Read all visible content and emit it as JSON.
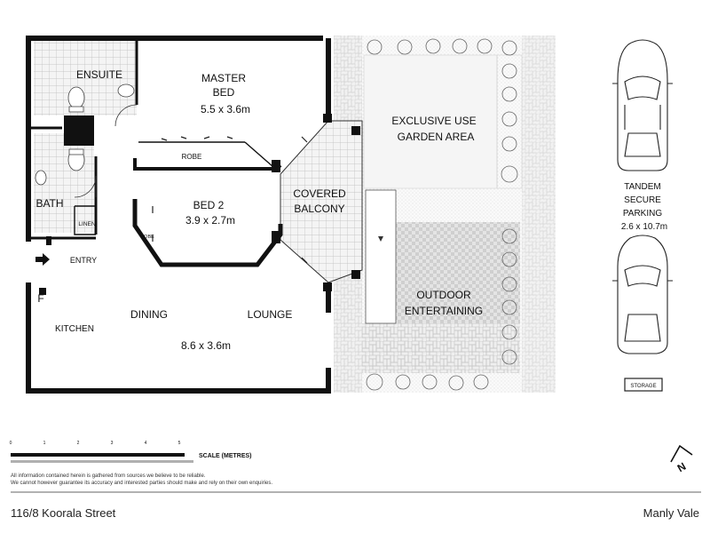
{
  "rooms": {
    "ensuite": "ENSUITE",
    "master_bed": "MASTER",
    "master_bed_2": "BED",
    "master_size": "5.5 x 3.6m",
    "robe": "ROBE",
    "bath": "BATH",
    "linen": "LINEN",
    "bed2": "BED 2",
    "bed2_size": "3.9 x 2.7m",
    "robe_small": "ROBE",
    "entry": "ENTRY",
    "fridge": "F",
    "kitchen": "KITCHEN",
    "dining": "DINING",
    "lounge": "LOUNGE",
    "living_size": "8.6 x 3.6m",
    "covered": "COVERED",
    "balcony": "BALCONY",
    "garden_1": "EXCLUSIVE USE",
    "garden_2": "GARDEN AREA",
    "outdoor_1": "OUTDOOR",
    "outdoor_2": "ENTERTAINING"
  },
  "parking": {
    "line1": "TANDEM",
    "line2": "SECURE",
    "line3": "PARKING",
    "size": "2.6 x 10.7m",
    "storage": "STORAGE"
  },
  "scale": {
    "ticks": [
      "0",
      "1",
      "2",
      "3",
      "4",
      "5"
    ],
    "label": "SCALE (METRES)"
  },
  "compass": "N",
  "disclaimer": {
    "line1": "All information contained herein is gathered from sources we believe to be reliable.",
    "line2": "We cannot however guarantee its accuracy and interested parties should make and rely on their own enquiries."
  },
  "footer": {
    "address": "116/8 Koorala Street",
    "suburb": "Manly Vale"
  }
}
